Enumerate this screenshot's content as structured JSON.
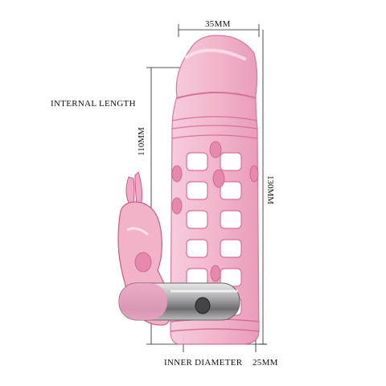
{
  "labels": {
    "top_width": "35MM",
    "internal_length": "INTERNAL LENGTH",
    "internal_length_value": "110MM",
    "total_length": "130MM",
    "inner_diameter": "INNER DIAMETER",
    "inner_diameter_value": "25MM"
  },
  "colors": {
    "sleeve_fill": "#f1b7cc",
    "sleeve_dark": "#d9709a",
    "sleeve_light": "#fbe3ec",
    "bullet_metal": "#a9a9ab",
    "dimension_line": "#222222"
  },
  "icons": {
    "product": "pink-sleeve-with-rabbit-and-bullet-vibrator"
  }
}
